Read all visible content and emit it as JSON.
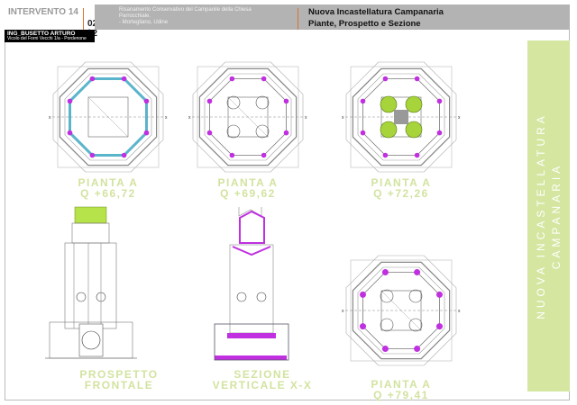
{
  "header": {
    "intervento": "INTERVENTO 14",
    "page": "02 / 2",
    "project_line1": "Risanamento Conservativo del Campanile della Chiesa",
    "project_line2": "Parrocchiale.",
    "project_line3": "- Mortegliano, Udine",
    "title_line1": "Nuova Incastellatura Campanaria",
    "title_line2": "Piante, Prospetto e Sezione"
  },
  "author": {
    "name": "ING_BUSETTO ARTURO",
    "address": "Vicolo del Forni Vecchi 1/a - Pordenone"
  },
  "side_band": {
    "line1": "NUOVA INCASTELLATURA",
    "line2": "CAMPANARIA"
  },
  "drawings": {
    "plan1": {
      "l1": "PIANTA A",
      "l2": "Q +66,72"
    },
    "plan2": {
      "l1": "PIANTA A",
      "l2": "Q +69,62"
    },
    "plan3": {
      "l1": "PIANTA A",
      "l2": "Q +72,26"
    },
    "plan4": {
      "l1": "PIANTA A",
      "l2": "Q +79,41"
    },
    "elevation": {
      "l1": "PROSPETTO",
      "l2": "FRONTALE"
    },
    "section": {
      "l1": "SEZIONE",
      "l2": "VERTICALE X-X"
    }
  },
  "colors": {
    "accent_green": "#d4e6a0",
    "magenta": "#c030e0",
    "cyan": "#5ab4cc",
    "header_gray": "#b3b3b3",
    "rule": "#d9732f"
  }
}
